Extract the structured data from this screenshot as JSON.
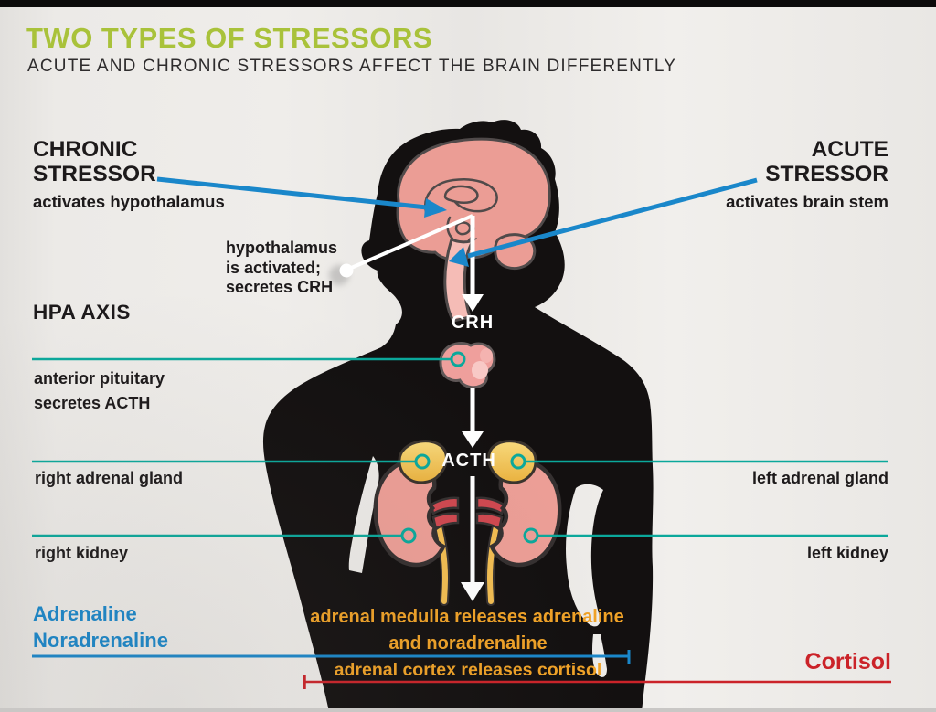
{
  "header": {
    "title": "TWO TYPES OF STRESSORS",
    "subtitle": "ACUTE AND CHRONIC STRESSORS AFFECT THE BRAIN DIFFERENTLY"
  },
  "chronic": {
    "line1": "CHRONIC",
    "line2": "STRESSOR",
    "caption": "activates hypothalamus"
  },
  "acute": {
    "line1": "ACUTE",
    "line2": "STRESSOR",
    "caption": "activates brain stem"
  },
  "note": {
    "line1": "hypothalamus",
    "line2": "is activated;",
    "line3": "secretes CRH"
  },
  "hpa_axis": "HPA AXIS",
  "flow": {
    "crh": "CRH",
    "acth": "ACTH"
  },
  "left_column": {
    "pituitary_line1": "anterior pituitary",
    "pituitary_line2": "secretes ACTH",
    "right_adrenal": "right adrenal gland",
    "right_kidney": "right kidney",
    "adrenaline_line1": "Adrenaline",
    "adrenaline_line2": "Noradrenaline"
  },
  "right_column": {
    "left_adrenal": "left adrenal gland",
    "left_kidney": "left kidney",
    "cortisol": "Cortisol"
  },
  "bottom": {
    "medulla_line1": "adrenal medulla releases adrenaline",
    "medulla_line2": "and noradrenaline",
    "cortex": "adrenal cortex releases cortisol"
  },
  "colors": {
    "title_green": "#a9c23a",
    "arrow_blue": "#1a87ca",
    "leader_teal": "#0ba89b",
    "caption_orange": "#f0a227",
    "cortisol_red": "#cb2329",
    "silhouette_black": "#131010",
    "organ_pink": "#ec9e96",
    "brainstem_pink": "#f5bcb6",
    "adrenal_yellow": "#eeb44a",
    "ureter_yellow": "#f2bd52",
    "vessel_red": "#cf4850",
    "text_dark": "#1d1a1b",
    "background": "#eceae7"
  }
}
